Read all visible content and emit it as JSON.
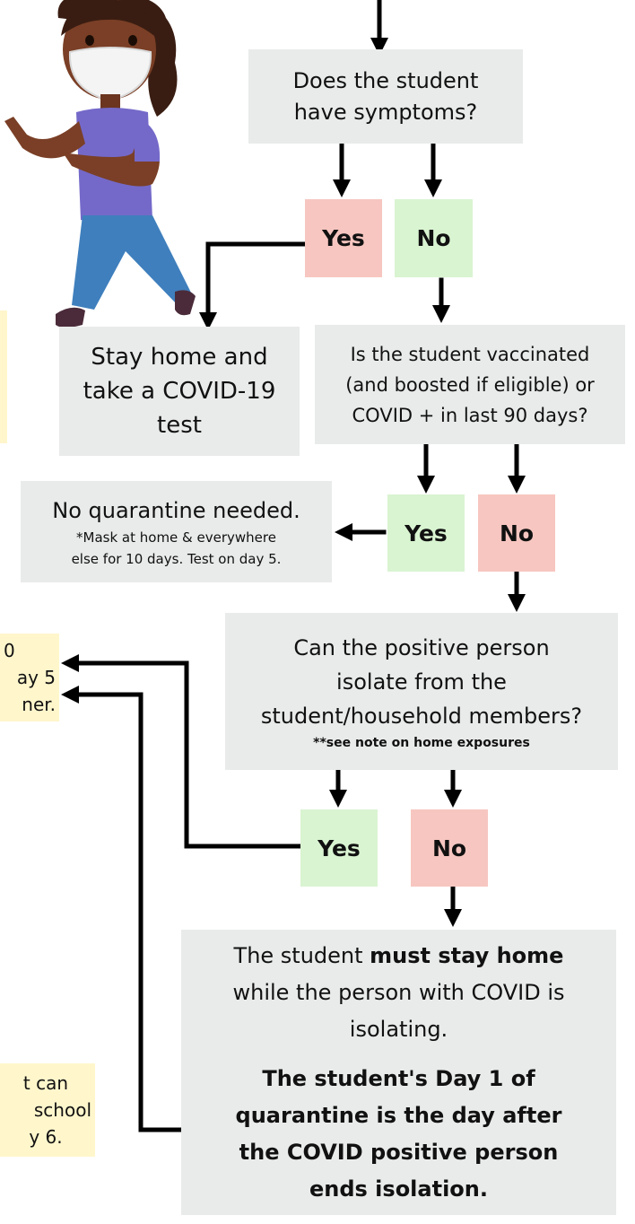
{
  "q1": {
    "line1": "Does the student",
    "line2": "have symptoms?"
  },
  "q1_yes": "Yes",
  "q1_no": "No",
  "stay_home": {
    "line1": "Stay home and",
    "line2": "take a COVID-19",
    "line3": "test"
  },
  "q2": {
    "line1": "Is the student vaccinated",
    "line2": "(and boosted if eligible) or",
    "line3": "COVID + in last 90 days?"
  },
  "q2_yes": "Yes",
  "q2_no": "No",
  "no_quarantine": {
    "title": "No quarantine needed.",
    "note1": "*Mask at home & everywhere",
    "note2": "else for 10 days. Test on day 5."
  },
  "q3": {
    "line1": "Can the positive person",
    "line2": "isolate from the",
    "line3": "student/household members?",
    "note": "**see note on home exposures"
  },
  "q3_yes": "Yes",
  "q3_no": "No",
  "must_stay": {
    "pre": "The student ",
    "bold": "must stay home",
    "line2": "while the person with COVID is",
    "line3": "isolating.",
    "b1": "The student's Day 1 of",
    "b2": "quarantine is the day after",
    "b3": "the COVID positive person",
    "b4": "ends isolation."
  },
  "left_note_top": {
    "line1": "0",
    "line2": "ay 5",
    "line3": "ner."
  },
  "left_note_bottom": {
    "line1": "t can",
    "line2": "school",
    "line3": "y 6."
  },
  "colors": {
    "gray_box": "#e9eaea",
    "red_box": "#f7c6c0",
    "green_box": "#d9f4d1",
    "note_box": "#fff6cc"
  }
}
